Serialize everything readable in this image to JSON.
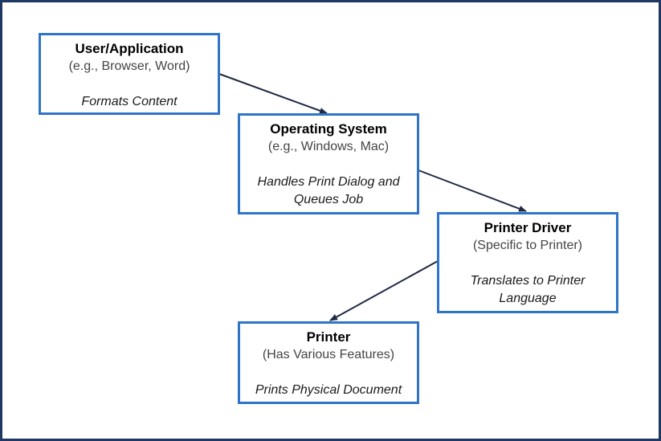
{
  "diagram": {
    "nodes": [
      {
        "id": "user-application",
        "title": "User/Application",
        "subtitle": "(e.g., Browser, Word)",
        "role": "Formats Content"
      },
      {
        "id": "operating-system",
        "title": "Operating System",
        "subtitle": "(e.g., Windows, Mac)",
        "role": "Handles Print Dialog and Queues Job"
      },
      {
        "id": "printer-driver",
        "title": "Printer Driver",
        "subtitle": "(Specific to Printer)",
        "role": "Translates to Printer Language"
      },
      {
        "id": "printer",
        "title": "Printer",
        "subtitle": "(Has Various Features)",
        "role": "Prints Physical Document"
      }
    ],
    "edges": [
      {
        "from": "user-application",
        "to": "operating-system"
      },
      {
        "from": "operating-system",
        "to": "printer-driver"
      },
      {
        "from": "printer-driver",
        "to": "printer"
      }
    ]
  },
  "colors": {
    "frame_border": "#1f3864",
    "box_border": "#2e75c9",
    "arrow": "#1f2a44"
  }
}
